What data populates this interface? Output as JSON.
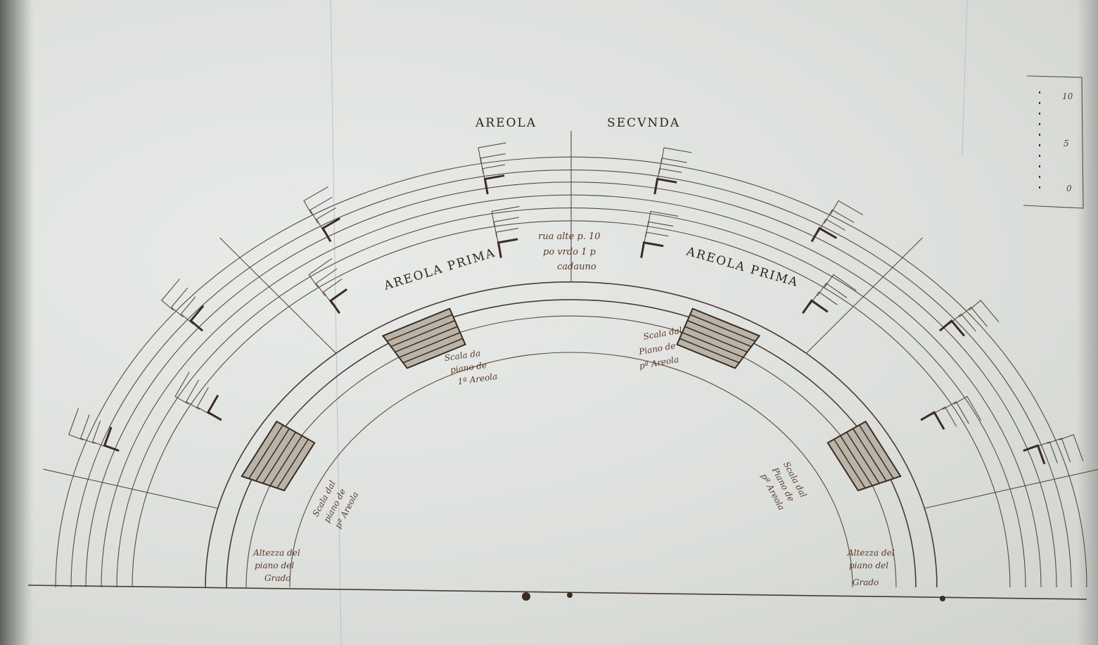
{
  "labels": {
    "areola_secunda_left": "AREOLA",
    "areola_secunda_right": "SECVNDA",
    "areola_prima_left": "AREOLA PRIMA",
    "areola_prima_right": "AREOLA PRIMA"
  },
  "notes": {
    "center_top": [
      "rua alte p. 10",
      "po vrdo 1 p",
      "cadauno"
    ],
    "stair_upper_left": [
      "Scala da",
      "piano de",
      "1ª Areola"
    ],
    "stair_upper_right": [
      "Scala dal",
      "Piano de",
      "pª Areola"
    ],
    "stair_lower_left": [
      "Scala dal",
      "piano de",
      "pª Areola"
    ],
    "stair_lower_right": [
      "Scala dal",
      "Piano de",
      "pª Areola"
    ],
    "base_left": [
      "Altezza del",
      "piano del",
      "Grado"
    ],
    "base_right": [
      "Altezza del",
      "piano del",
      "Grado"
    ]
  },
  "scale_bar": {
    "top": "10",
    "middle": "5",
    "bottom": "0"
  },
  "colors": {
    "ink": "#4a3a2e",
    "brown_ink": "#5b3a26",
    "paper": "#dde0dc"
  }
}
